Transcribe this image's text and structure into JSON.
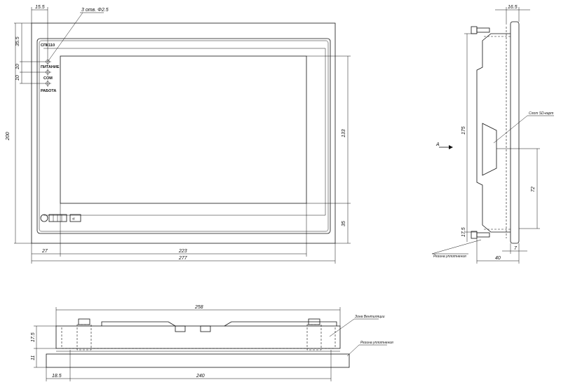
{
  "front": {
    "model_label": "СПК110",
    "indicators": [
      "ПИТАНИЕ",
      "COM",
      "РАБОТА"
    ],
    "holes_note": "3 отв. Φ2.5",
    "dims": {
      "top_offset": "15.5",
      "top_margin": "35.5",
      "led_gap_1": "10",
      "led_gap_2": "10",
      "height": "200",
      "screen_height": "133",
      "bottom_margin": "35",
      "left_offset": "27",
      "screen_width": "223",
      "total_width": "277"
    }
  },
  "side": {
    "top_dim": "16.5",
    "height": "175",
    "slot_offset": "72",
    "bottom_gap": "17.5",
    "depth": "40",
    "panel_thickness": "7",
    "view_arrow": "А",
    "slot_note": "Слот SD-карт",
    "seal_note": "Резина уплотнения"
  },
  "bottom": {
    "width": "258",
    "height_1": "17.5",
    "height_2": "11",
    "left_offset": "18.5",
    "base_width": "240",
    "vent_note": "Зона Вентиляции",
    "seal_note": "Резина уплотнения"
  }
}
